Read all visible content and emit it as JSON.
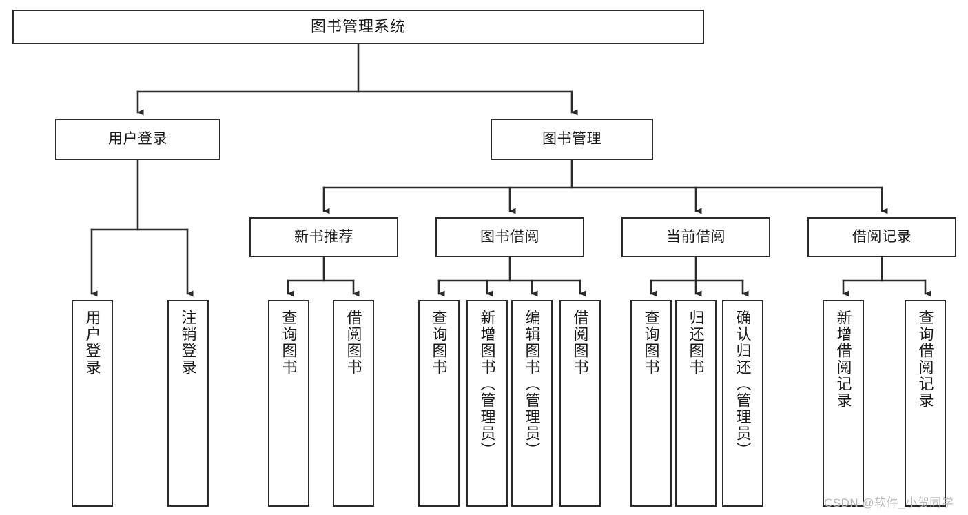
{
  "diagram": {
    "type": "tree",
    "title": "图书管理系统",
    "watermark": "CSDN @软件_小贺同学",
    "colors": {
      "background": "#ffffff",
      "node_border": "#2b2b2b",
      "node_fill": "#ffffff",
      "edge": "#2b2b2b",
      "text": "#1a1a1a",
      "watermark": "#b9b9b9"
    },
    "nodes": {
      "root": {
        "label": "图书管理系统"
      },
      "level2": [
        {
          "label": "用户登录"
        },
        {
          "label": "图书管理"
        }
      ],
      "level3": [
        {
          "label": "新书推荐"
        },
        {
          "label": "图书借阅"
        },
        {
          "label": "当前借阅"
        },
        {
          "label": "借阅记录"
        }
      ],
      "leaves": {
        "user_login": [
          {
            "label": "用户登录"
          },
          {
            "label": "注销登录"
          }
        ],
        "new_book_recommend": [
          {
            "label": "查询图书"
          },
          {
            "label": "借阅图书"
          }
        ],
        "book_borrow": [
          {
            "label": "查询图书"
          },
          {
            "label": "新增图书（管理员）"
          },
          {
            "label": "编辑图书（管理员）"
          },
          {
            "label": "借阅图书"
          }
        ],
        "current_borrow": [
          {
            "label": "查询图书"
          },
          {
            "label": "归还图书"
          },
          {
            "label": "确认归还（管理员）"
          }
        ],
        "borrow_record": [
          {
            "label": "新增借阅记录"
          },
          {
            "label": "查询借阅记录"
          }
        ]
      }
    }
  }
}
